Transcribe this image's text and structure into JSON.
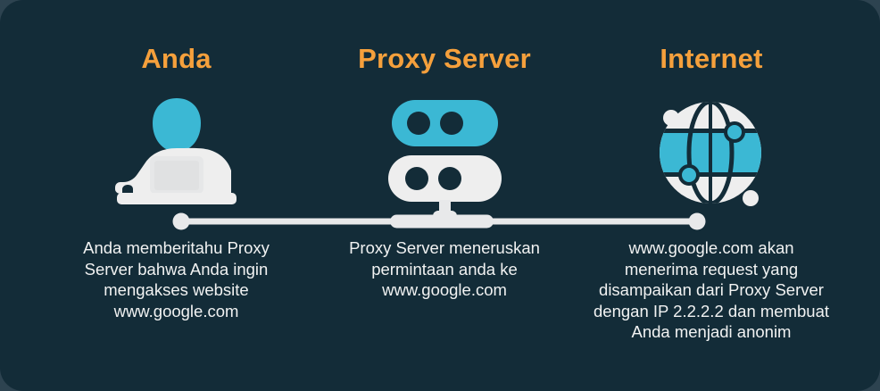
{
  "theme": {
    "outer_background": "#2d4350",
    "panel_background": "#132c38",
    "heading_color": "#f5a03c",
    "body_text_color": "#f1f2f2",
    "accent_cyan": "#3bb8d4",
    "icon_white": "#eeeeee",
    "connector_color": "#e8e9ea"
  },
  "columns": [
    {
      "heading": "Anda",
      "icon": "person-at-laptop-icon",
      "caption": "Anda memberitahu Proxy\nServer bahwa Anda ingin\nmengakses website\nwww.google.com"
    },
    {
      "heading": "Proxy Server",
      "icon": "server-racks-icon",
      "caption": "Proxy Server meneruskan\npermintaan anda ke\nwww.google.com"
    },
    {
      "heading": "Internet",
      "icon": "globe-network-icon",
      "caption": "www.google.com akan\nmenerima request yang\ndisampaikan dari Proxy Server\ndengan IP 2.2.2.2 dan membuat\nAnda menjadi anonim"
    }
  ],
  "connector": {
    "name": "flow-connector-line",
    "left_node": "connector-node-left",
    "right_node": "connector-node-right",
    "middle_node": "connector-node-middle"
  }
}
